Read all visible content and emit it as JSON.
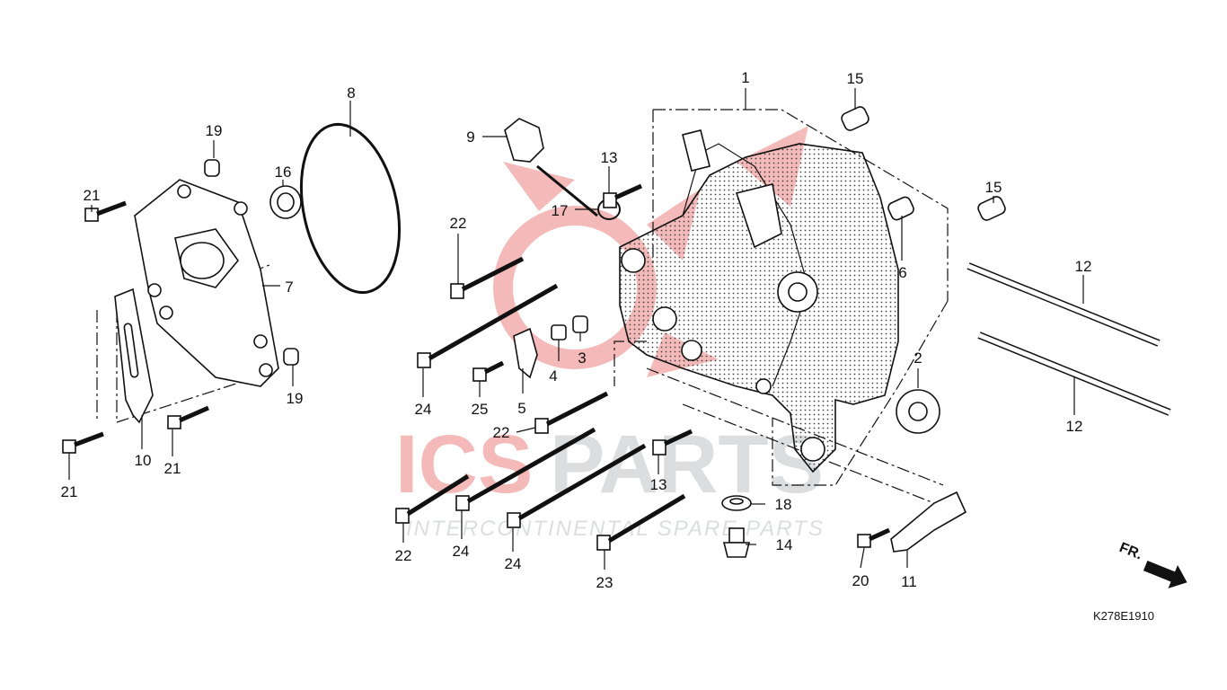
{
  "watermark": {
    "brand_left": "ICS",
    "brand_right": "PARTS",
    "tagline": "INTERCONTINENTAL SPARE PARTS",
    "brand_color": "#e23b3b",
    "tagline_color": "#9aa0a6"
  },
  "diagram_code": "K278E1910",
  "direction_label": "FR.",
  "callouts": [
    {
      "id": "c1",
      "text": "1"
    },
    {
      "id": "c2",
      "text": "2"
    },
    {
      "id": "c3",
      "text": "3"
    },
    {
      "id": "c4",
      "text": "4"
    },
    {
      "id": "c5",
      "text": "5"
    },
    {
      "id": "c6",
      "text": "6"
    },
    {
      "id": "c7",
      "text": "7"
    },
    {
      "id": "c8",
      "text": "8"
    },
    {
      "id": "c9",
      "text": "9"
    },
    {
      "id": "c10",
      "text": "10"
    },
    {
      "id": "c11",
      "text": "11"
    },
    {
      "id": "c12a",
      "text": "12"
    },
    {
      "id": "c12b",
      "text": "12"
    },
    {
      "id": "c13a",
      "text": "13"
    },
    {
      "id": "c13b",
      "text": "13"
    },
    {
      "id": "c14",
      "text": "14"
    },
    {
      "id": "c15a",
      "text": "15"
    },
    {
      "id": "c15b",
      "text": "15"
    },
    {
      "id": "c16",
      "text": "16"
    },
    {
      "id": "c17",
      "text": "17"
    },
    {
      "id": "c18",
      "text": "18"
    },
    {
      "id": "c19a",
      "text": "19"
    },
    {
      "id": "c19b",
      "text": "19"
    },
    {
      "id": "c20",
      "text": "20"
    },
    {
      "id": "c21a",
      "text": "21"
    },
    {
      "id": "c21b",
      "text": "21"
    },
    {
      "id": "c21c",
      "text": "21"
    },
    {
      "id": "c22a",
      "text": "22"
    },
    {
      "id": "c22b",
      "text": "22"
    },
    {
      "id": "c22c",
      "text": "22"
    },
    {
      "id": "c23",
      "text": "23"
    },
    {
      "id": "c24a",
      "text": "24"
    },
    {
      "id": "c24b",
      "text": "24"
    },
    {
      "id": "c24c",
      "text": "24"
    },
    {
      "id": "c25",
      "text": "25"
    }
  ]
}
